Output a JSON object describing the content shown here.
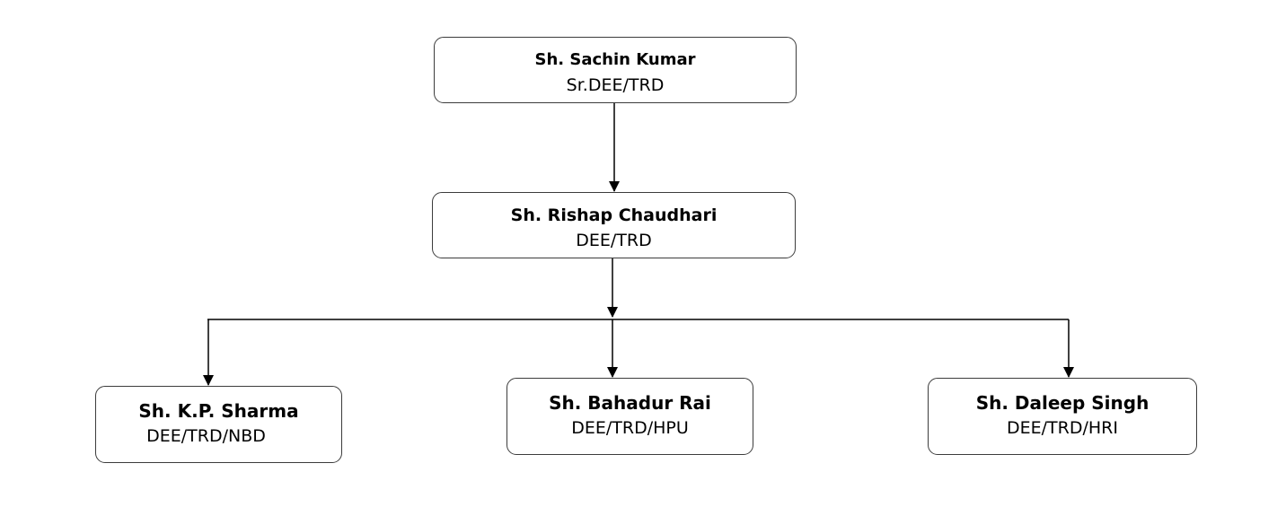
{
  "org_chart": {
    "root": {
      "name": "Sh. Sachin Kumar",
      "role": "Sr.DEE/TRD"
    },
    "middle": {
      "name": "Sh. Rishap Chaudhari",
      "role": "DEE/TRD"
    },
    "children": [
      {
        "name": "Sh. K.P. Sharma",
        "role": "DEE/TRD/NBD"
      },
      {
        "name": "Sh. Bahadur Rai",
        "role": "DEE/TRD/HPU"
      },
      {
        "name": "Sh. Daleep Singh",
        "role": "DEE/TRD/HRI"
      }
    ]
  },
  "colors": {
    "line": "#000000",
    "border": "#3c3c3c",
    "background": "#ffffff"
  }
}
